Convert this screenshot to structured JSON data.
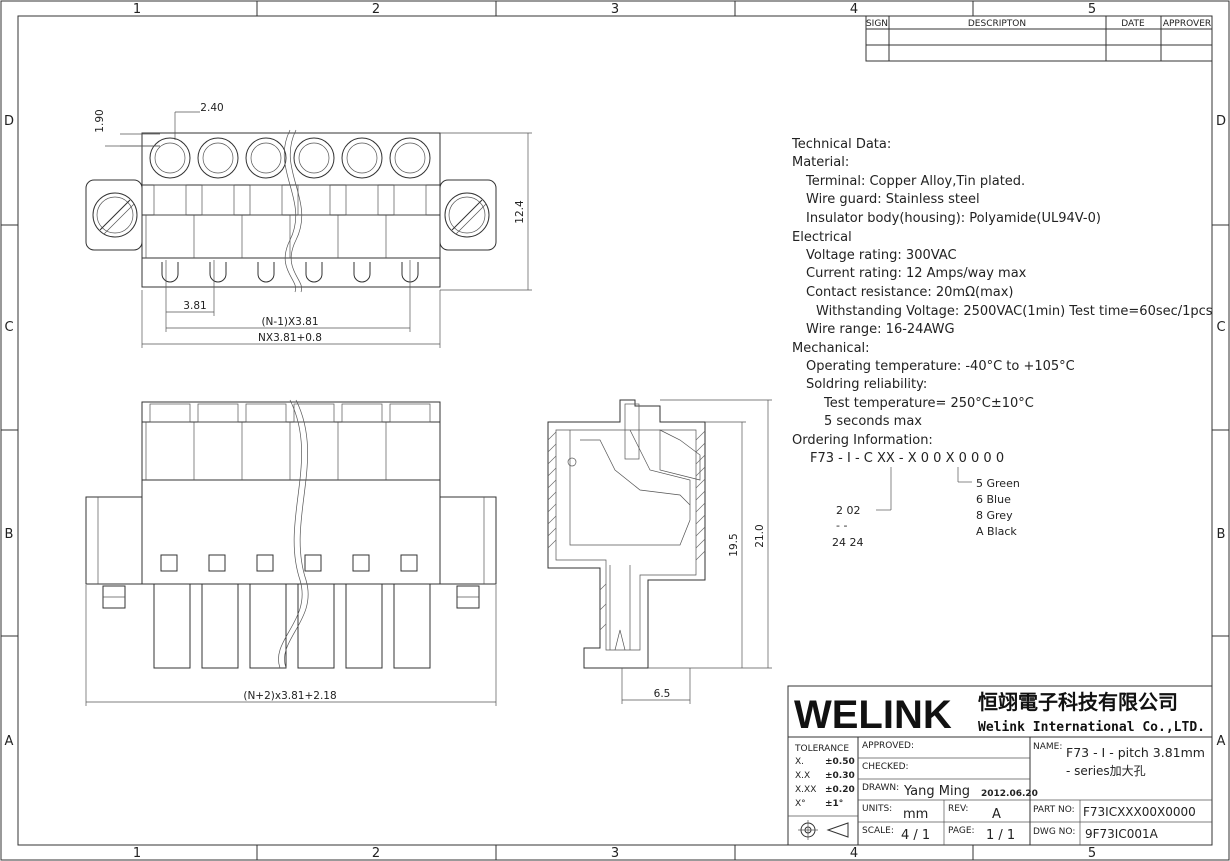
{
  "grid": {
    "columns": [
      "1",
      "2",
      "3",
      "4",
      "5"
    ],
    "rows": [
      "D",
      "C",
      "B",
      "A"
    ]
  },
  "revision_table": {
    "headers": [
      "SIGN",
      "DESCRIPTON",
      "DATE",
      "APPROVER"
    ]
  },
  "top_view_dims": {
    "d190": "1.90",
    "d240": "2.40",
    "d124": "12.4",
    "d381": "3.81",
    "pitch_total": "(N-1)X3.81",
    "overall": "NX3.81+0.8"
  },
  "front_view_dims": {
    "overall": "(N+2)x3.81+2.18"
  },
  "side_view_dims": {
    "h195": "19.5",
    "h210": "21.0",
    "w65": "6.5"
  },
  "technical": {
    "lines": [
      "Technical Data:",
      "Material:",
      "Terminal: Copper Alloy,Tin plated.",
      "Wire guard: Stainless steel",
      "Insulator body(housing): Polyamide(UL94V-0)",
      "Electrical",
      "Voltage rating: 300VAC",
      "Current rating: 12 Amps/way max",
      "Contact resistance: 20mΩ(max)",
      "Withstanding Voltage: 2500VAC(1min) Test time=60sec/1pcs",
      "Wire range: 16-24AWG",
      "Mechanical:",
      "Operating temperature: -40°C to +105°C",
      "Soldring reliability:",
      "Test temperature= 250°C±10°C",
      "5 seconds max",
      "Ordering Information:",
      "F73 - I - C XX - X 0 0 X  0 0 0 0"
    ],
    "ordering_left": [
      "2   02",
      "-   -",
      "24  24"
    ],
    "ordering_colors": [
      "5  Green",
      "6  Blue",
      "8  Grey",
      "A  Black"
    ]
  },
  "title_block": {
    "logo": "WELINK",
    "company_cn": "恒翊電子科技有限公司",
    "company_en": "Welink International Co.,LTD.",
    "tolerance_label": "TOLERANCE",
    "tolerances": [
      {
        "k": "X.",
        "v": "±0.50"
      },
      {
        "k": "X.X",
        "v": "±0.30"
      },
      {
        "k": "X.XX",
        "v": "±0.20"
      },
      {
        "k": "X°",
        "v": "±1°"
      }
    ],
    "approved_label": "APPROVED:",
    "checked_label": "CHECKED:",
    "drawn_label": "DRAWN:",
    "drawn_by": "Yang Ming",
    "drawn_date": "2012.06.20",
    "units_label": "UNITS:",
    "units": "mm",
    "rev_label": "REV:",
    "rev": "A",
    "scale_label": "SCALE:",
    "scale": "4 / 1",
    "page_label": "PAGE:",
    "page": "1 / 1",
    "name_label": "NAME:",
    "name_line1": "F73 - I - pitch 3.81mm",
    "name_line2": "- series加大孔",
    "partno_label": "PART NO:",
    "partno": "F73ICXXX00X0000",
    "dwgno_label": "DWG NO:",
    "dwgno": "9F73IC001A"
  }
}
